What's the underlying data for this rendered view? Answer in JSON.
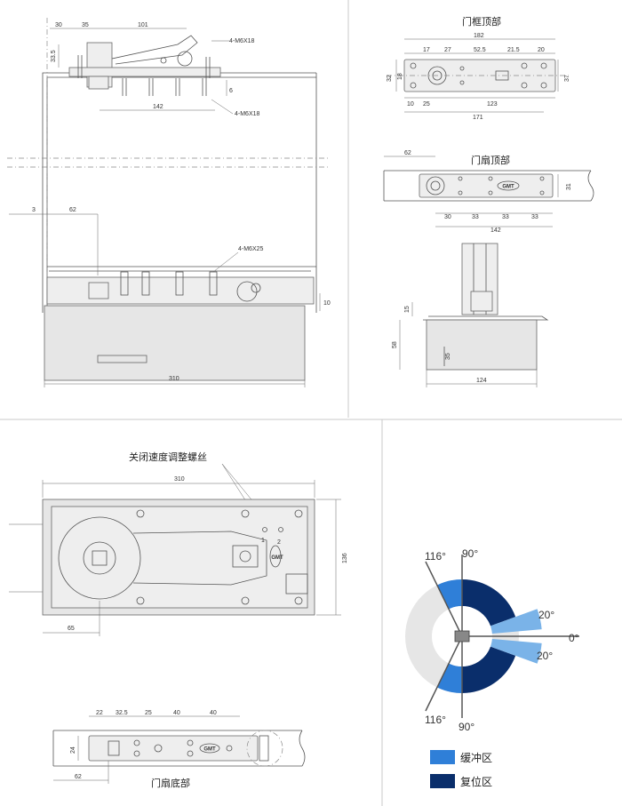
{
  "panel1": {
    "dims": {
      "d30": "30",
      "d35": "35",
      "d101": "101",
      "d33_5": "33.5",
      "d142": "142",
      "d6": "6",
      "d3": "3",
      "d62": "62",
      "d10": "10",
      "d310": "310"
    },
    "callouts": {
      "screws_top": "4-M6X18",
      "screws_mid": "4-M6X18",
      "screws_bottom": "4-M6X25"
    }
  },
  "frame_top": {
    "title": "门框顶部",
    "dims": {
      "d182": "182",
      "d17": "17",
      "d27": "27",
      "d52_5": "52.5",
      "d21_5": "21.5",
      "d20": "20",
      "d32": "32",
      "d18": "18",
      "d37": "37",
      "d10": "10",
      "d25": "25",
      "d123": "123",
      "d171": "171"
    }
  },
  "leaf_top": {
    "title": "门扇顶部",
    "brand": "GMT",
    "dims": {
      "d62": "62",
      "d31": "31",
      "d30": "30",
      "d33a": "33",
      "d33b": "33",
      "d33c": "33",
      "d142": "142"
    }
  },
  "side_view": {
    "dims": {
      "d15": "15",
      "d58": "58",
      "d35": "35",
      "d124": "124"
    }
  },
  "body_top": {
    "title": "关闭速度调整螺丝",
    "markers": [
      "1",
      "2"
    ],
    "brand": "GMT",
    "dims": {
      "d310": "310",
      "d136": "136",
      "d65": "65"
    }
  },
  "leaf_bottom": {
    "title": "门扇底部",
    "brand": "GMT",
    "dims": {
      "d22": "22",
      "d32_5": "32.5",
      "d25": "25",
      "d40a": "40",
      "d40b": "40",
      "d24": "24",
      "d62": "62"
    }
  },
  "angle_chart": {
    "labels": {
      "a116_top": "116°",
      "a90_top": "90°",
      "a20_top": "20°",
      "a0": "0°",
      "a20_bottom": "20°",
      "a116_bottom": "116°",
      "a90_bottom": "90°"
    },
    "legend": [
      {
        "label": "缓冲区",
        "color": "#2f7fd8"
      },
      {
        "label": "复位区",
        "color": "#0a2e6b"
      }
    ]
  }
}
